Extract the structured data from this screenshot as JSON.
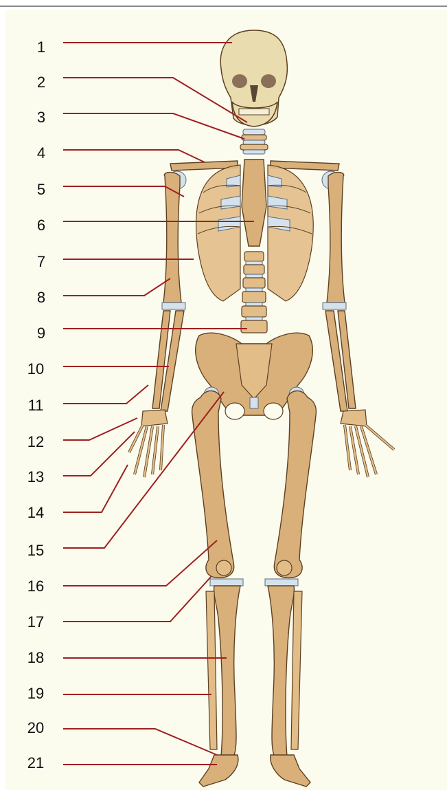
{
  "labels": [
    "1",
    "2",
    "3",
    "4",
    "5",
    "6",
    "7",
    "8",
    "9",
    "10",
    "11",
    "12",
    "13",
    "14",
    "15",
    "16",
    "17",
    "18",
    "19",
    "20",
    "21"
  ],
  "colors": {
    "background": "#fbfbee",
    "bone": "#d9b07a",
    "skull": "#e9dcae",
    "cartilage": "#d4e2ee",
    "leader": "#9e1f1f"
  }
}
